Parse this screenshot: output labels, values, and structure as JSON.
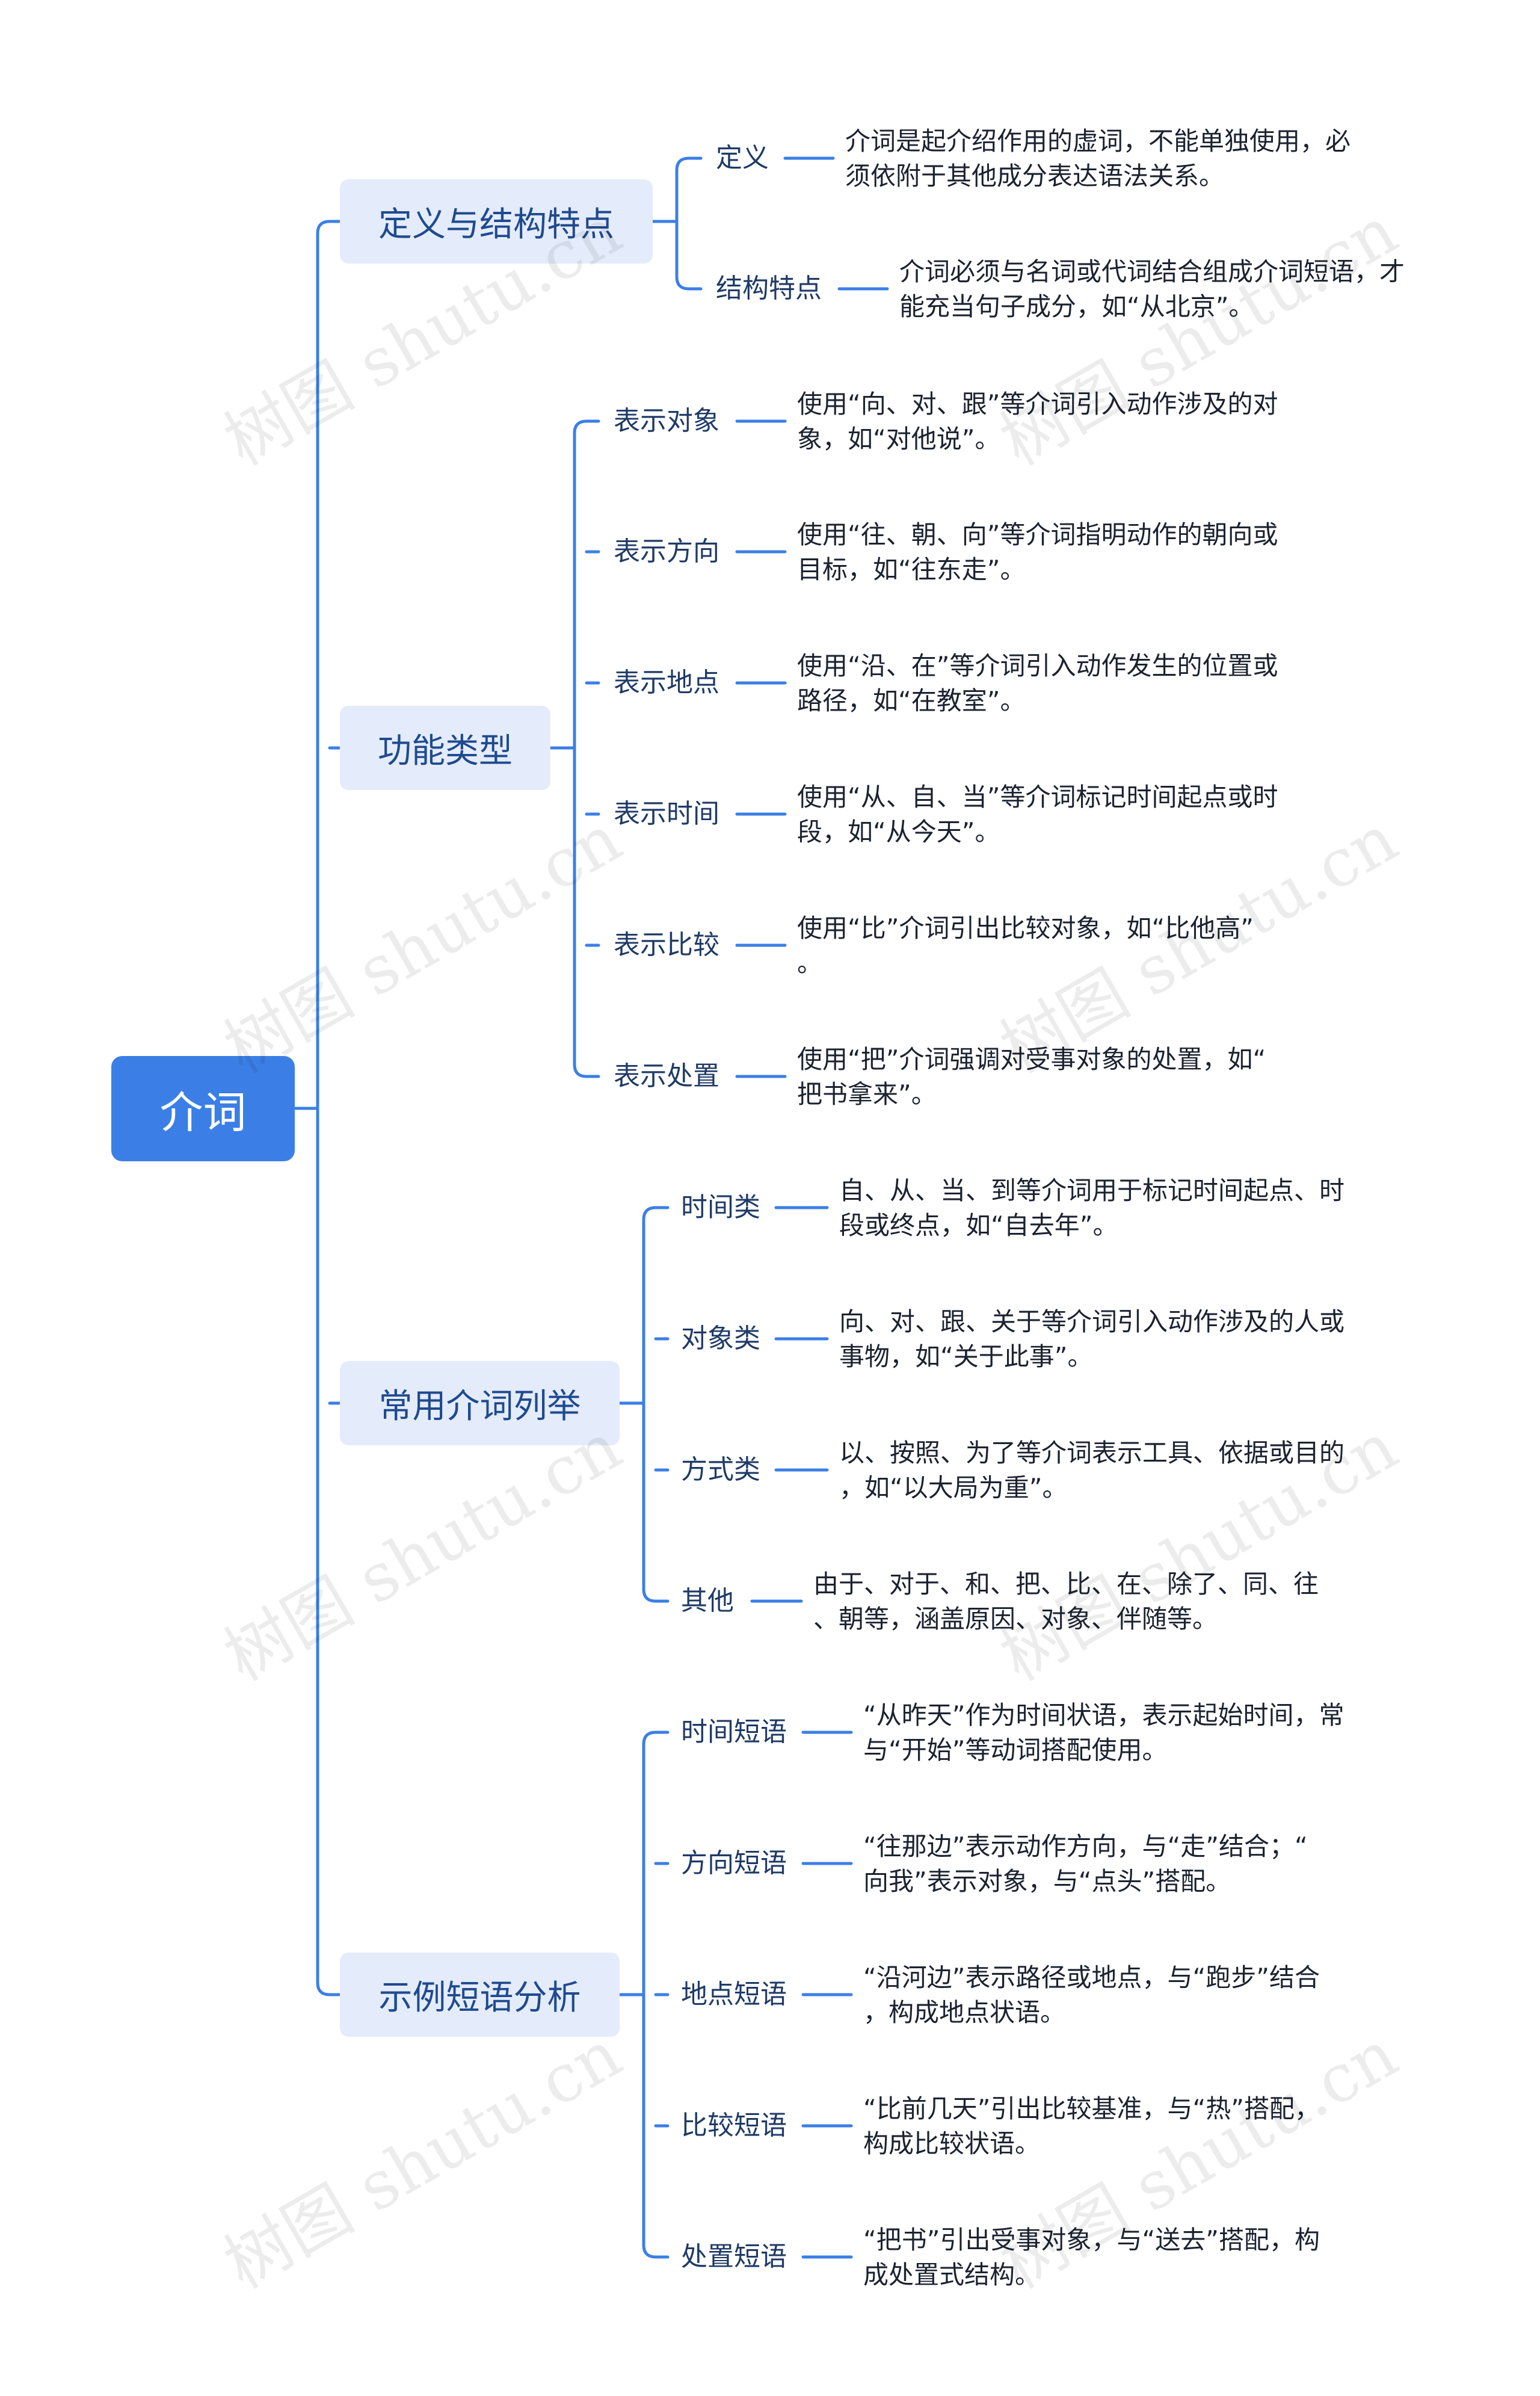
{
  "root": {
    "label": "介词"
  },
  "branches": [
    {
      "label": "定义与结构特点",
      "children": [
        {
          "label": "定义",
          "lines": [
            "介词是起介绍作用的虚词，不能单独使用，必",
            "须依附于其他成分表达语法关系。"
          ]
        },
        {
          "label": "结构特点",
          "lines": [
            "介词必须与名词或代词结合组成介词短语，才",
            "能充当句子成分，如“从北京”。"
          ]
        }
      ]
    },
    {
      "label": "功能类型",
      "children": [
        {
          "label": "表示对象",
          "lines": [
            "使用“向、对、跟”等介词引入动作涉及的对",
            "象，如“对他说”。"
          ]
        },
        {
          "label": "表示方向",
          "lines": [
            "使用“往、朝、向”等介词指明动作的朝向或",
            "目标，如“往东走”。"
          ]
        },
        {
          "label": "表示地点",
          "lines": [
            "使用“沿、在”等介词引入动作发生的位置或",
            "路径，如“在教室”。"
          ]
        },
        {
          "label": "表示时间",
          "lines": [
            "使用“从、自、当”等介词标记时间起点或时",
            "段，如“从今天”。"
          ]
        },
        {
          "label": "表示比较",
          "lines": [
            "使用“比”介词引出比较对象，如“比他高”",
            "。"
          ]
        },
        {
          "label": "表示处置",
          "lines": [
            "使用“把”介词强调对受事对象的处置，如“",
            "把书拿来”。"
          ]
        }
      ]
    },
    {
      "label": "常用介词列举",
      "children": [
        {
          "label": "时间类",
          "lines": [
            "自、从、当、到等介词用于标记时间起点、时",
            "段或终点，如“自去年”。"
          ]
        },
        {
          "label": "对象类",
          "lines": [
            "向、对、跟、关于等介词引入动作涉及的人或",
            "事物，如“关于此事”。"
          ]
        },
        {
          "label": "方式类",
          "lines": [
            "以、按照、为了等介词表示工具、依据或目的",
            "，如“以大局为重”。"
          ]
        },
        {
          "label": "其他",
          "lines": [
            "由于、对于、和、把、比、在、除了、同、往",
            "、朝等，涵盖原因、对象、伴随等。"
          ]
        }
      ]
    },
    {
      "label": "示例短语分析",
      "children": [
        {
          "label": "时间短语",
          "lines": [
            "“从昨天”作为时间状语，表示起始时间，常",
            "与“开始”等动词搭配使用。"
          ]
        },
        {
          "label": "方向短语",
          "lines": [
            "“往那边”表示动作方向，与“走”结合；“",
            "向我”表示对象，与“点头”搭配。"
          ]
        },
        {
          "label": "地点短语",
          "lines": [
            "“沿河边”表示路径或地点，与“跑步”结合",
            "，构成地点状语。"
          ]
        },
        {
          "label": "比较短语",
          "lines": [
            "“比前几天”引出比较基准，与“热”搭配，",
            "构成比较状语。"
          ]
        },
        {
          "label": "处置短语",
          "lines": [
            "“把书”引出受事对象，与“送去”搭配，构",
            "成处置式结构。"
          ]
        }
      ]
    }
  ],
  "watermark": "树图 shutu.cn",
  "colors": {
    "line": "#3b7fe6",
    "root_bg": "#3b7fe6",
    "branch_bg": "#e4ecfb"
  }
}
